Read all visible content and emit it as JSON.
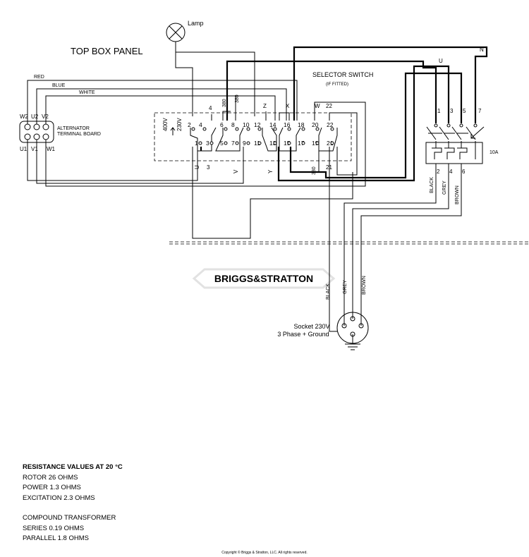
{
  "title": "TOP BOX PANEL",
  "lamp_label": "Lamp",
  "selector": {
    "title": "SELECTOR SWITCH",
    "subtitle": "(IF FITTED)",
    "voltage_400": "400V",
    "voltage_230": "230V",
    "top_row_numbers": [
      "2",
      "4",
      "6",
      "8",
      "10",
      "12",
      "14",
      "16",
      "18",
      "20",
      "22"
    ],
    "bottom_row_numbers": [
      "1",
      "3",
      "5",
      "7",
      "9",
      "11",
      "13",
      "15",
      "17",
      "19",
      "21"
    ],
    "wire_labels": {
      "n4": "4",
      "n380a": "380",
      "n380b": "380",
      "Z": "Z",
      "X": "X",
      "W": "W",
      "n22": "22",
      "U": "U",
      "n3": "3",
      "V": "V",
      "Y": "Y",
      "n380c": "380",
      "n21": "21"
    }
  },
  "alternator": {
    "label_line1": "ALTERNATOR",
    "label_line2": "TERMINAL BOARD",
    "top_terminals": [
      "W2",
      "U2",
      "V2"
    ],
    "bottom_terminals": [
      "U1",
      "V1",
      "W1"
    ]
  },
  "wires": {
    "red": "RED",
    "blue": "BLUE",
    "white": "WHITE"
  },
  "breaker": {
    "rating": "10A",
    "line_labels": [
      "N",
      "U"
    ],
    "top_terminals": [
      "1",
      "3",
      "5",
      "7"
    ],
    "bottom_terminals": [
      "2",
      "4",
      "6"
    ],
    "output_wires": [
      "BLACK",
      "GREY",
      "BROWN"
    ]
  },
  "socket": {
    "label_line1": "Socket 230V",
    "label_line2": "3 Phase + Ground",
    "wires": [
      "BLACK",
      "GREY",
      "BROWN"
    ]
  },
  "watermark": "BRIGGS&STRATTON",
  "notes": {
    "heading": "RESISTANCE VALUES AT 20 °C",
    "rotor": "ROTOR 26 OHMS",
    "power": "POWER 1.3 OHMS",
    "excitation": "EXCITATION 2.3 OHMS",
    "transformer_heading": "COMPOUND TRANSFORMER",
    "series": "SERIES 0.19 OHMS",
    "parallel": "PARALLEL 1.8 OHMS"
  },
  "copyright": "Copyright © Briggs & Stratton, LLC. All rights reserved."
}
